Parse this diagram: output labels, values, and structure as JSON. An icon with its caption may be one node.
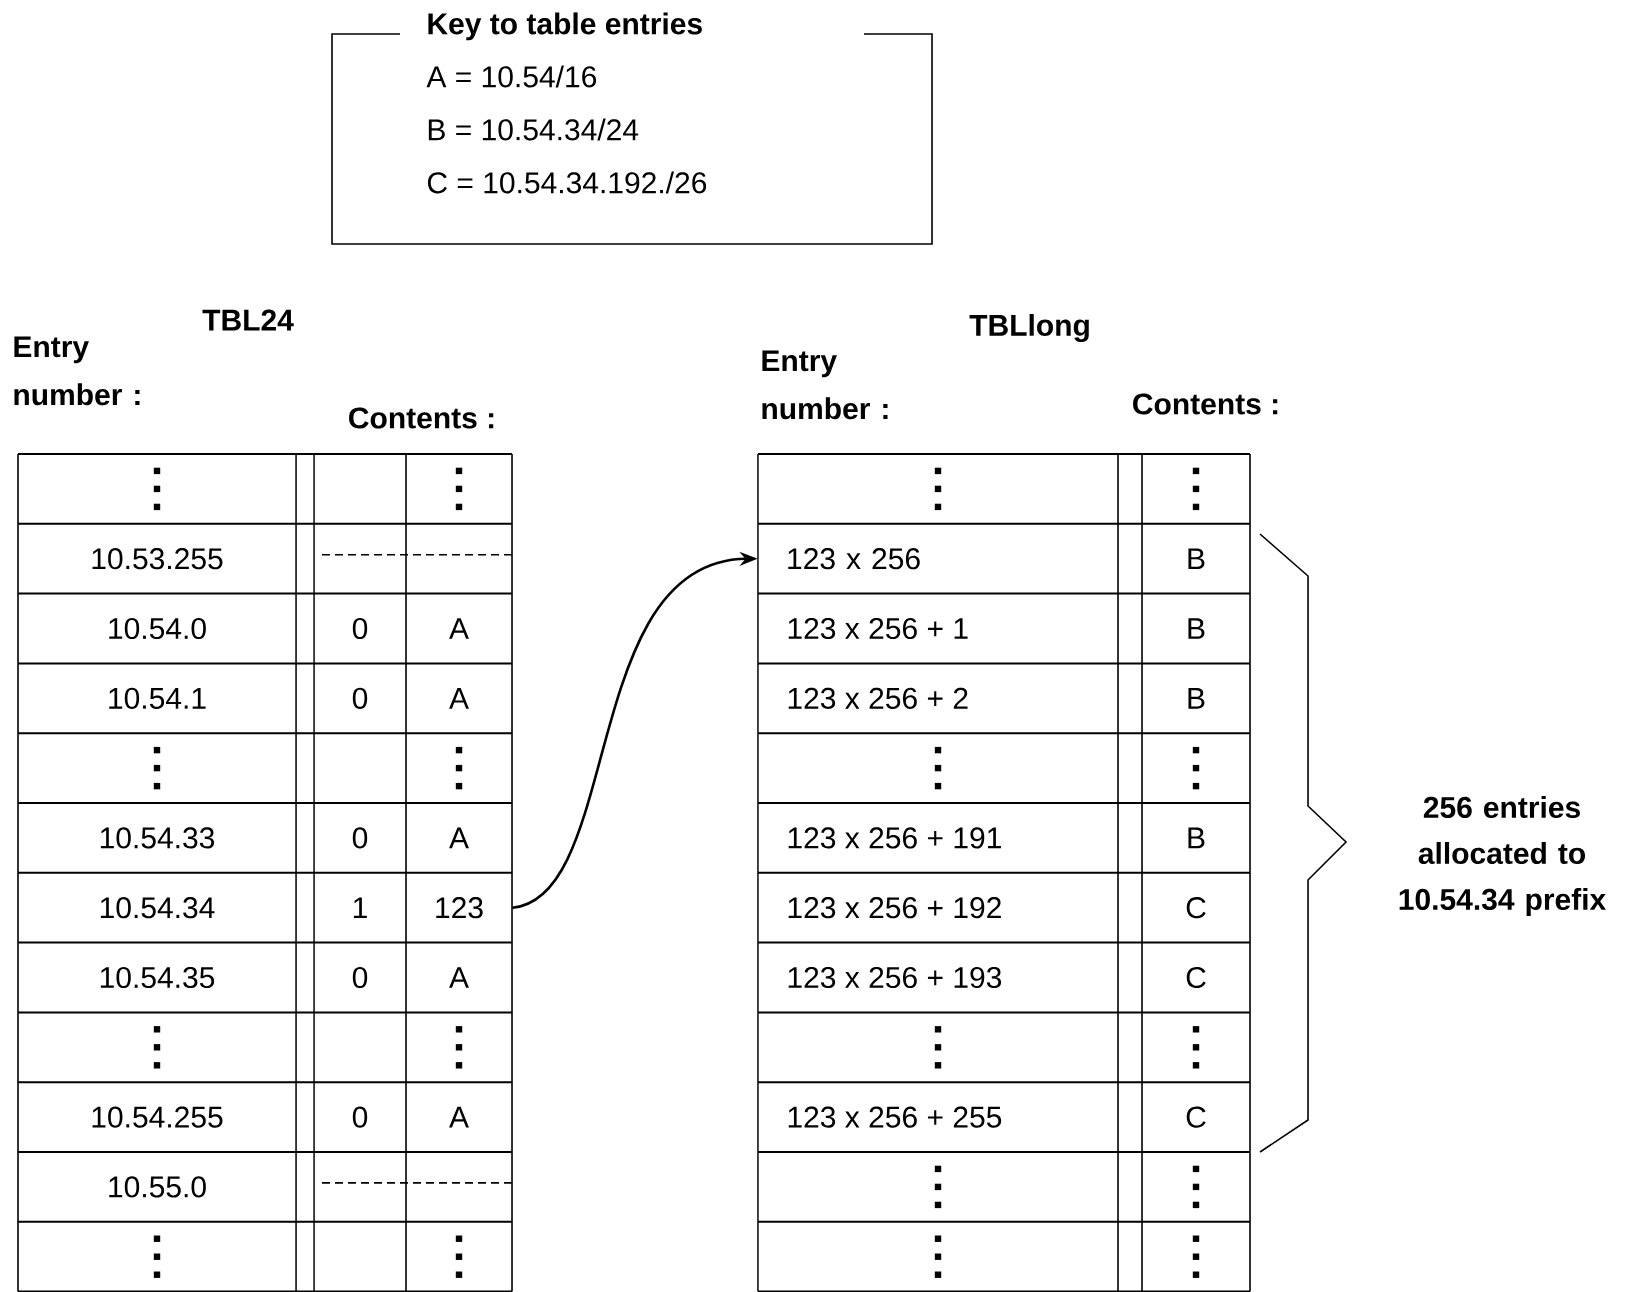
{
  "diagram": {
    "nodes": [
      {
        "text": [
          "Key to table entries",
          "A = 10.54/16",
          "B = 10.54.34/24",
          "C = 10.54.34.192./26"
        ]
      },
      {
        "text": [
          "123"
        ]
      },
      {
        "text": [
          "123 x 256"
        ]
      }
    ],
    "edges": [
      {
        "from": 1,
        "to": 2,
        "arrow": "to"
      }
    ],
    "labels": [
      "TBL24",
      "Entry number :",
      "Contents :",
      "TBLlong",
      "Entry number :",
      "Contents :",
      "10.53.255",
      "10.54.0",
      "0",
      "A",
      "10.54.1",
      "0",
      "A",
      "10.54.33",
      "0",
      "A",
      "10.54.34",
      "1",
      "10.54.35",
      "0",
      "A",
      "10.54.255",
      "0",
      "A",
      "10.55.0",
      "B",
      "123 x 256 + 1",
      "B",
      "123 x 256 + 2",
      "B",
      "123 x 256 + 191",
      "B",
      "123 x 256 + 192",
      "C",
      "123 x 256 + 193",
      "C",
      "123 x 256 + 255",
      "C",
      "256 entries allocated to 10.54.34 prefix"
    ]
  }
}
